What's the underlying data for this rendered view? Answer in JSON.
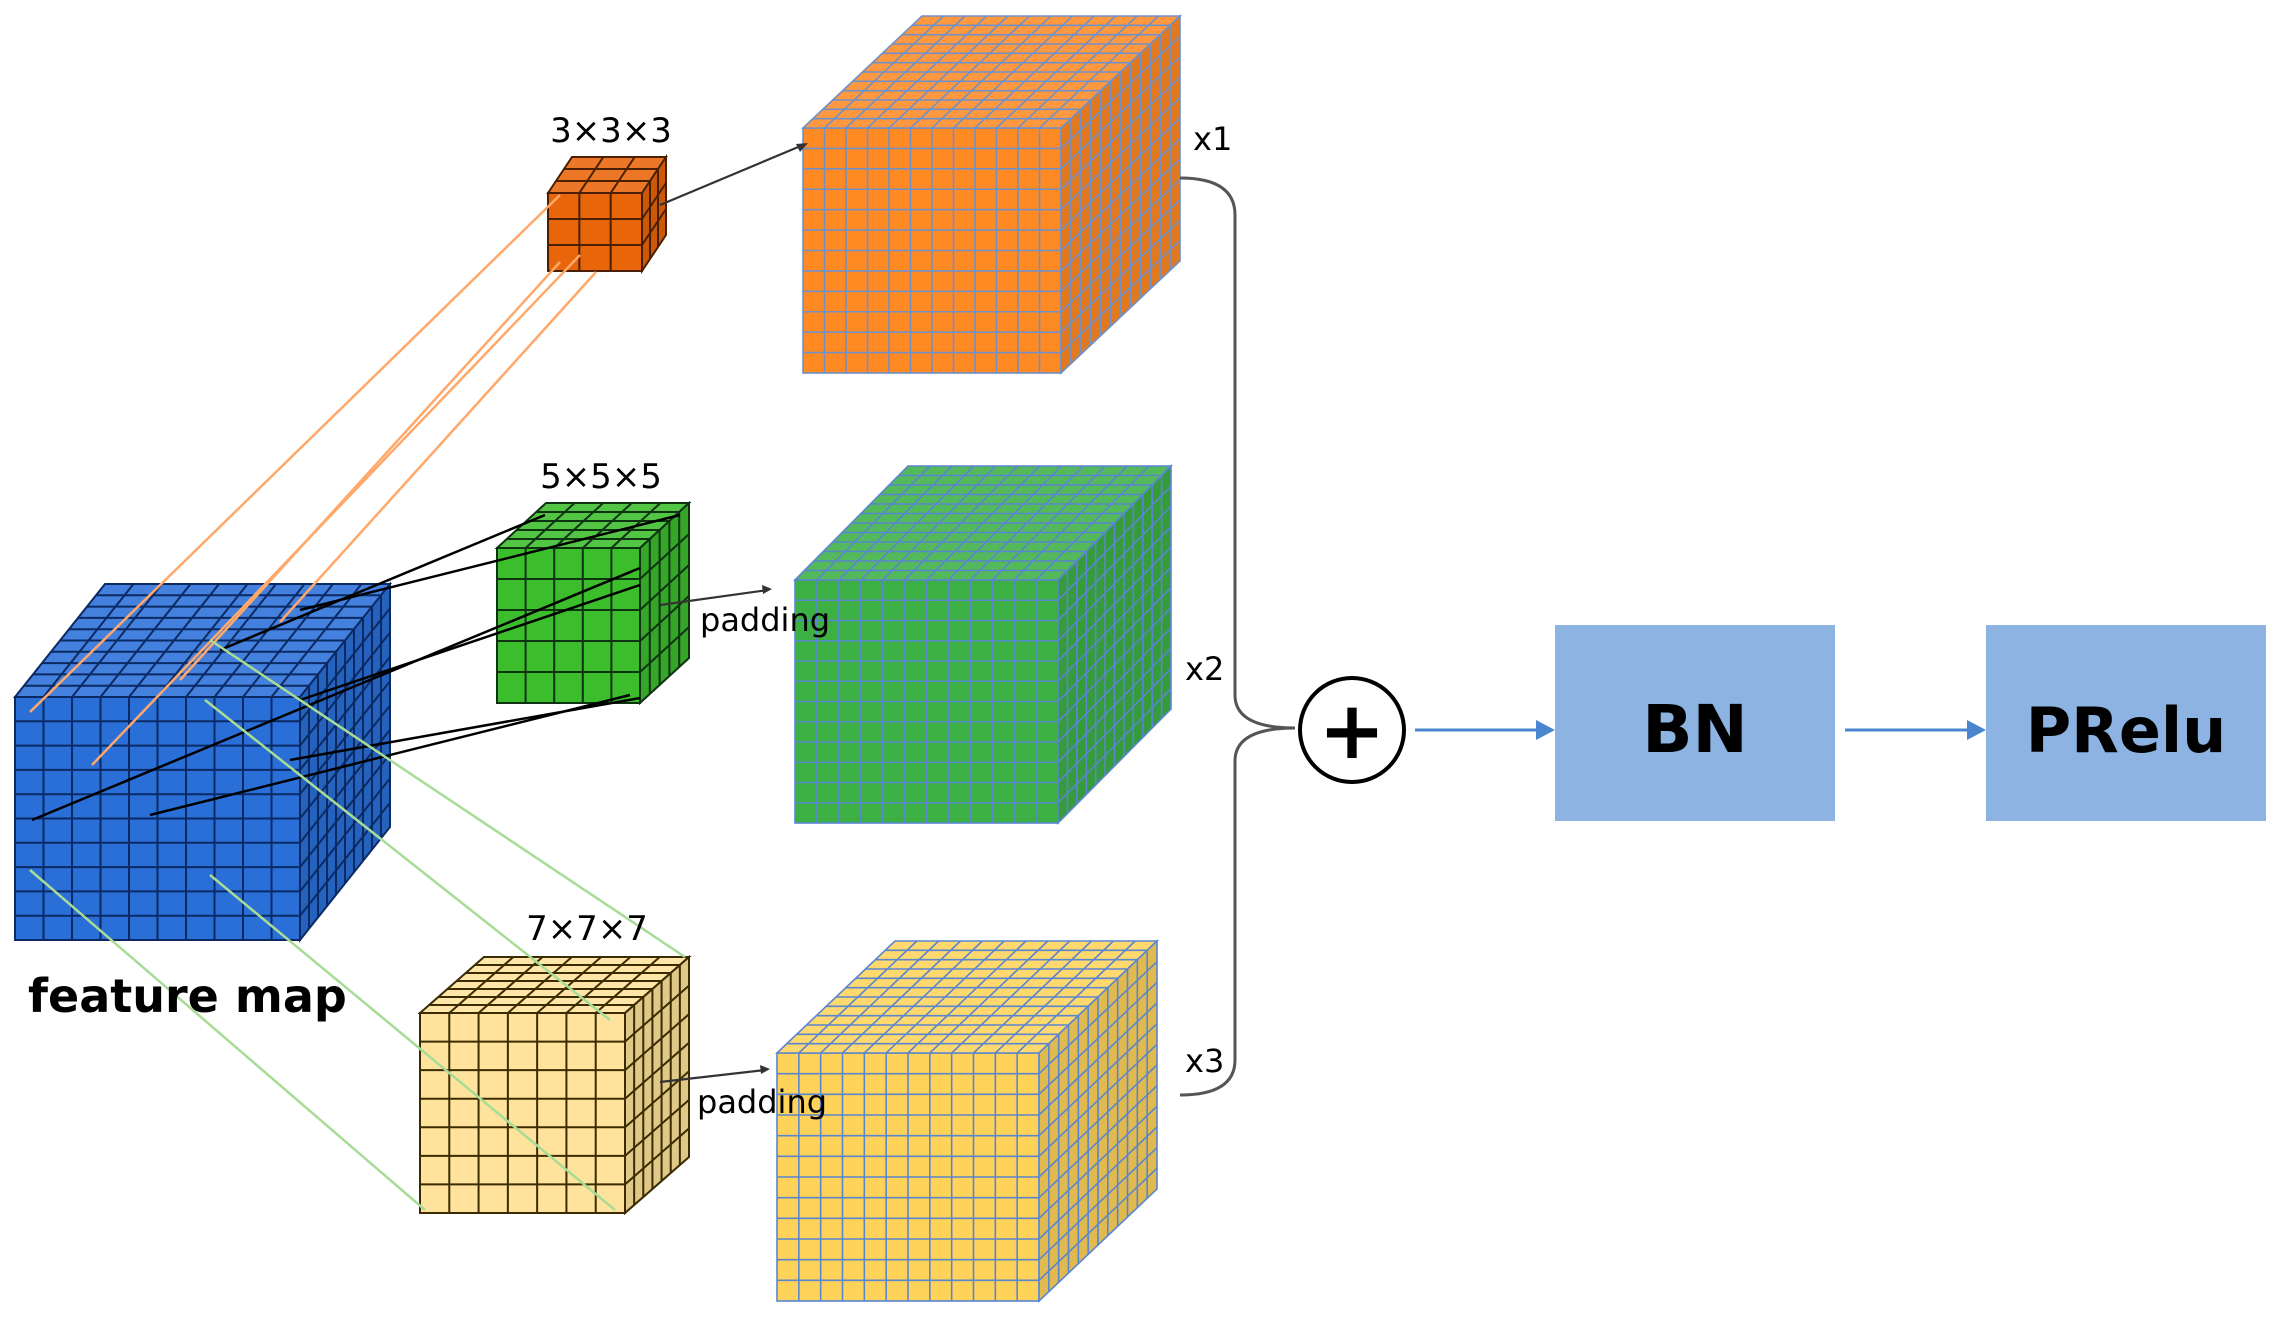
{
  "labels": {
    "feature_map": "feature map",
    "kernel_3": "3×3×3",
    "kernel_5": "5×5×5",
    "kernel_7": "7×7×7",
    "padding_1": "padding",
    "padding_2": "padding",
    "x1": "x1",
    "x2": "x2",
    "x3": "x3",
    "plus": "+",
    "bn": "BN",
    "prelu": "PRelu"
  },
  "colors": {
    "feature_map": "#2a6fd8",
    "orange": "#ff8a24",
    "orange_kernel": "#e8650a",
    "green": "#3cb043",
    "green_kernel": "#3cbd2c",
    "yellow": "#ffd35a",
    "yellow_kernel": "#ffe39c",
    "box": "#8db3e2",
    "arrow": "#4a86d0",
    "green_line": "#a8dc96",
    "orange_line": "#ffa86a"
  }
}
